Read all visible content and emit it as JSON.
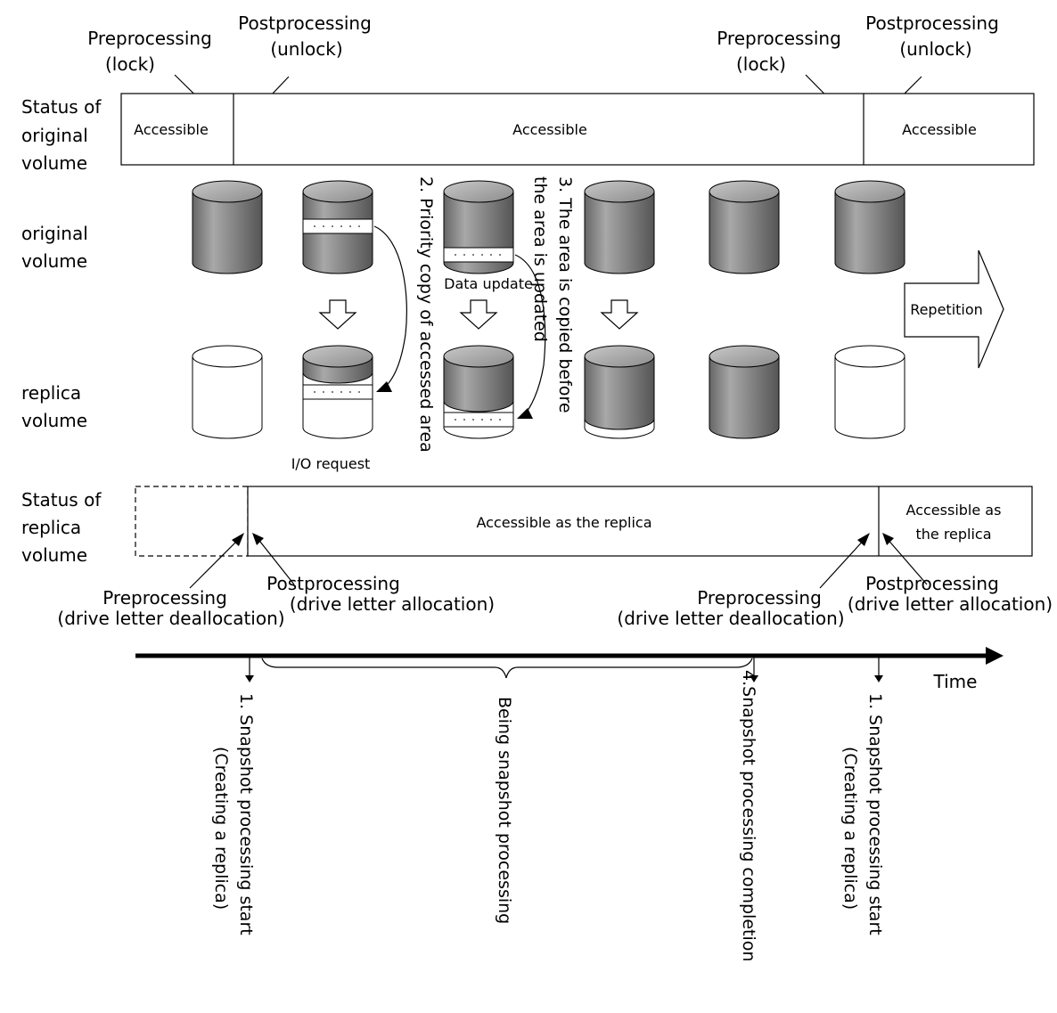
{
  "top_annotations": {
    "pre1_line1": "Preprocessing",
    "pre1_line2": "(lock)",
    "post1_line1": "Postprocessing",
    "post1_line2": "(unlock)",
    "pre2_line1": "Preprocessing",
    "pre2_line2": "(lock)",
    "post2_line1": "Postprocessing",
    "post2_line2": "(unlock)"
  },
  "original_status": {
    "label_line1": "Status of",
    "label_line2": "original",
    "label_line3": "volume",
    "segments": [
      "Accessible",
      "Accessible",
      "Accessible"
    ]
  },
  "volumes": {
    "original_label_line1": "original",
    "original_label_line2": "volume",
    "replica_label_line1": "replica",
    "replica_label_line2": "volume",
    "data_update": "Data update",
    "io_request": "I/O request",
    "repetition": "Repetition",
    "priority_copy": "2. Priority copy of accessed area",
    "copied_line1": "3. The area is copied before",
    "copied_line2": "the area is updated"
  },
  "replica_status": {
    "label_line1": "Status of",
    "label_line2": "replica",
    "label_line3": "volume",
    "segment1": "Accessible as the replica",
    "segment2_line1": "Accessible as",
    "segment2_line2": "the replica"
  },
  "bottom_annotations": {
    "pre1_line1": "Preprocessing",
    "pre1_line2": "(drive letter deallocation)",
    "post1_line1": "Postprocessing",
    "post1_line2": "(drive letter allocation)",
    "pre2_line1": "Preprocessing",
    "pre2_line2": "(drive letter deallocation)",
    "post2_line1": "Postprocessing",
    "post2_line2": "(drive letter allocation)"
  },
  "timeline": {
    "time_label": "Time",
    "start1_line1": "1. Snapshot processing start",
    "start1_line2": "(Creating a replica)",
    "being": "Being snapshot processing",
    "completion": "4.Snapshot processing completion",
    "start2_line1": "1. Snapshot processing start",
    "start2_line2": "(Creating a replica)"
  }
}
